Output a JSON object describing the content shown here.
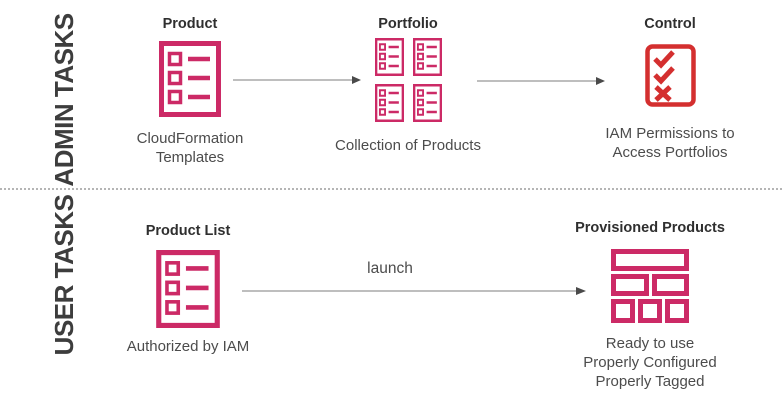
{
  "colors": {
    "pink": "#cc2a66",
    "red": "#d42f2f",
    "heading_text": "#2f2f2f",
    "caption_text": "#4c4c4c",
    "side_label_text": "#3d3d3d",
    "arrow_line": "#a8a8a8",
    "arrow_head": "#4a4a4a",
    "divider": "#b5b5b5"
  },
  "admin": {
    "label": "ADMIN TASKS",
    "steps": {
      "product": {
        "title": "Product",
        "caption_lines": [
          "CloudFormation",
          "Templates"
        ]
      },
      "portfolio": {
        "title": "Portfolio",
        "caption_lines": [
          "Collection of Products"
        ]
      },
      "control": {
        "title": "Control",
        "caption_lines": [
          "IAM Permissions to",
          "Access Portfolios"
        ]
      }
    }
  },
  "user": {
    "label": "USER TASKS",
    "arrow_label": "launch",
    "steps": {
      "product_list": {
        "title": "Product List",
        "caption_lines": [
          "Authorized by IAM"
        ]
      },
      "provisioned": {
        "title": "Provisioned Products",
        "caption_lines": [
          "Ready to use",
          "Properly Configured",
          "Properly Tagged"
        ]
      }
    }
  }
}
